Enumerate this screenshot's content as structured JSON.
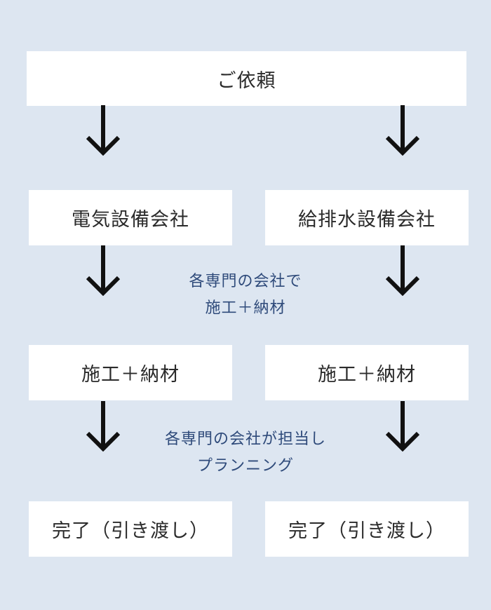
{
  "top": {
    "label": "ご依頼"
  },
  "branches": [
    {
      "company": "電気設備会社",
      "work": "施工＋納材",
      "done": "完了（引き渡し）"
    },
    {
      "company": "給排水設備会社",
      "work": "施工＋納材",
      "done": "完了（引き渡し）"
    }
  ],
  "notes": {
    "construction": [
      "各専門の会社で",
      "施工＋納材"
    ],
    "planning": [
      "各専門の会社が担当し",
      "プランニング"
    ]
  },
  "colors": {
    "background": "#dde6f1",
    "box": "#ffffff",
    "arrow": "#111111",
    "note_text": "#2e4a7a",
    "box_text": "#2b2b2b"
  }
}
